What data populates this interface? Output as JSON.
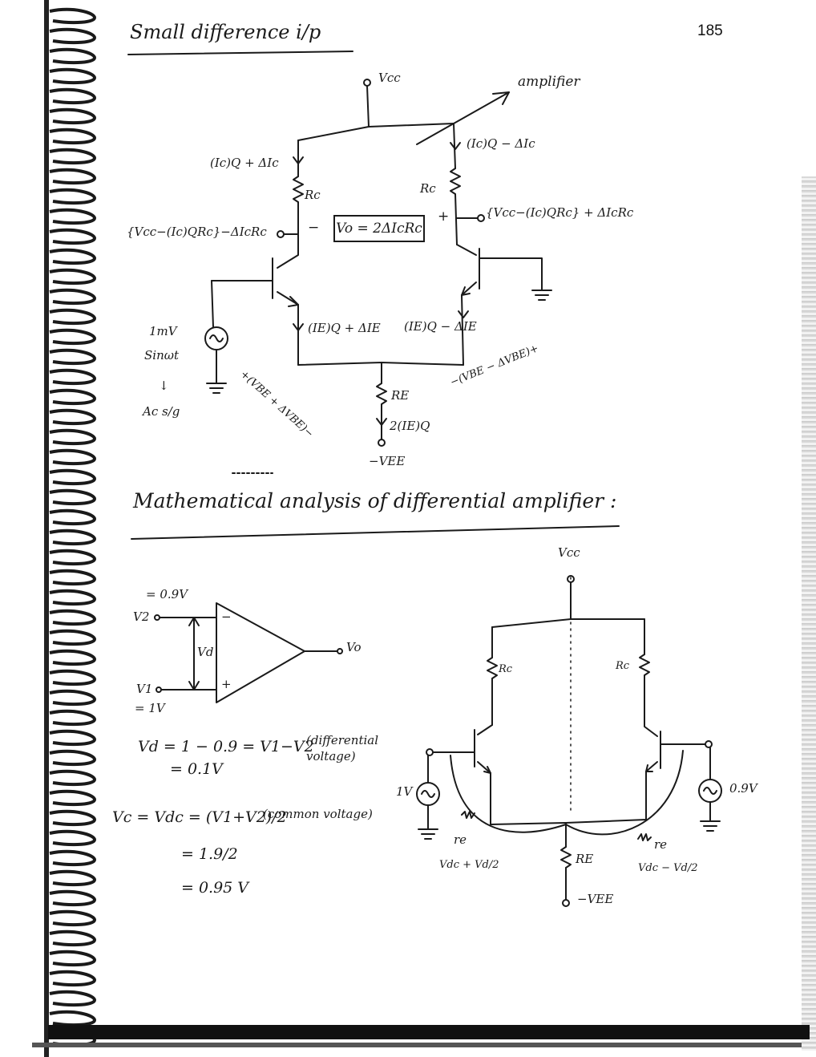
{
  "page": {
    "number": "185"
  },
  "section1": {
    "heading": "Small difference i/p",
    "vcc": "Vcc",
    "amplifier": "amplifier",
    "ic_left": "(Ic)Q + ΔIc",
    "ic_right": "(Ic)Q − ΔIc",
    "rc_left": "Rc",
    "rc_right": "Rc",
    "out_left": "{Vcc−(Ic)QRc}−ΔIcRc",
    "out_right": "{Vcc−(Ic)QRc} + ΔIcRc",
    "minus": "−",
    "plus": "+",
    "vo_box": "Vo = 2ΔIcRc",
    "src_amp": "1mV",
    "src_sin": "Sinωt",
    "arrow_down": "↓",
    "ac_sig": "Ac s/g",
    "ie_left": "(IE)Q + ΔIE",
    "ie_right": "(IE)Q − ΔIE",
    "vbe_left": "+(VBE + ΔVBE)−",
    "vbe_right": "−(VBE − ΔVBE)+",
    "re": "RE",
    "ie_total": "2(IE)Q",
    "vee": "−VEE"
  },
  "section2": {
    "heading": "Mathematical analysis of differential amplifier :",
    "v2_val": "= 0.9V",
    "v2": "V2",
    "v1": "V1",
    "v1_val": "= 1V",
    "vd": "Vd",
    "op_minus": "−",
    "op_plus": "+",
    "vo": "Vo",
    "eq1": "Vd = 1 − 0.9 = V1−V2",
    "eq1_note": "(differential voltage)",
    "eq2": "= 0.1V",
    "eq3": "Vc = Vdc = (V1+V2)/2",
    "eq3_note": "(common voltage)",
    "eq4": "= 1.9/2",
    "eq5": "= 0.95 V",
    "vcc": "Vcc",
    "rc_left": "Rc",
    "rc_right": "Rc",
    "src_left": "1V",
    "src_right": "0.9V",
    "re_left": "re",
    "re_right": "re",
    "vbe_left": "Vdc + Vd/2",
    "vbe_right": "Vdc − Vd/2",
    "re": "RE",
    "vee": "−VEE"
  }
}
